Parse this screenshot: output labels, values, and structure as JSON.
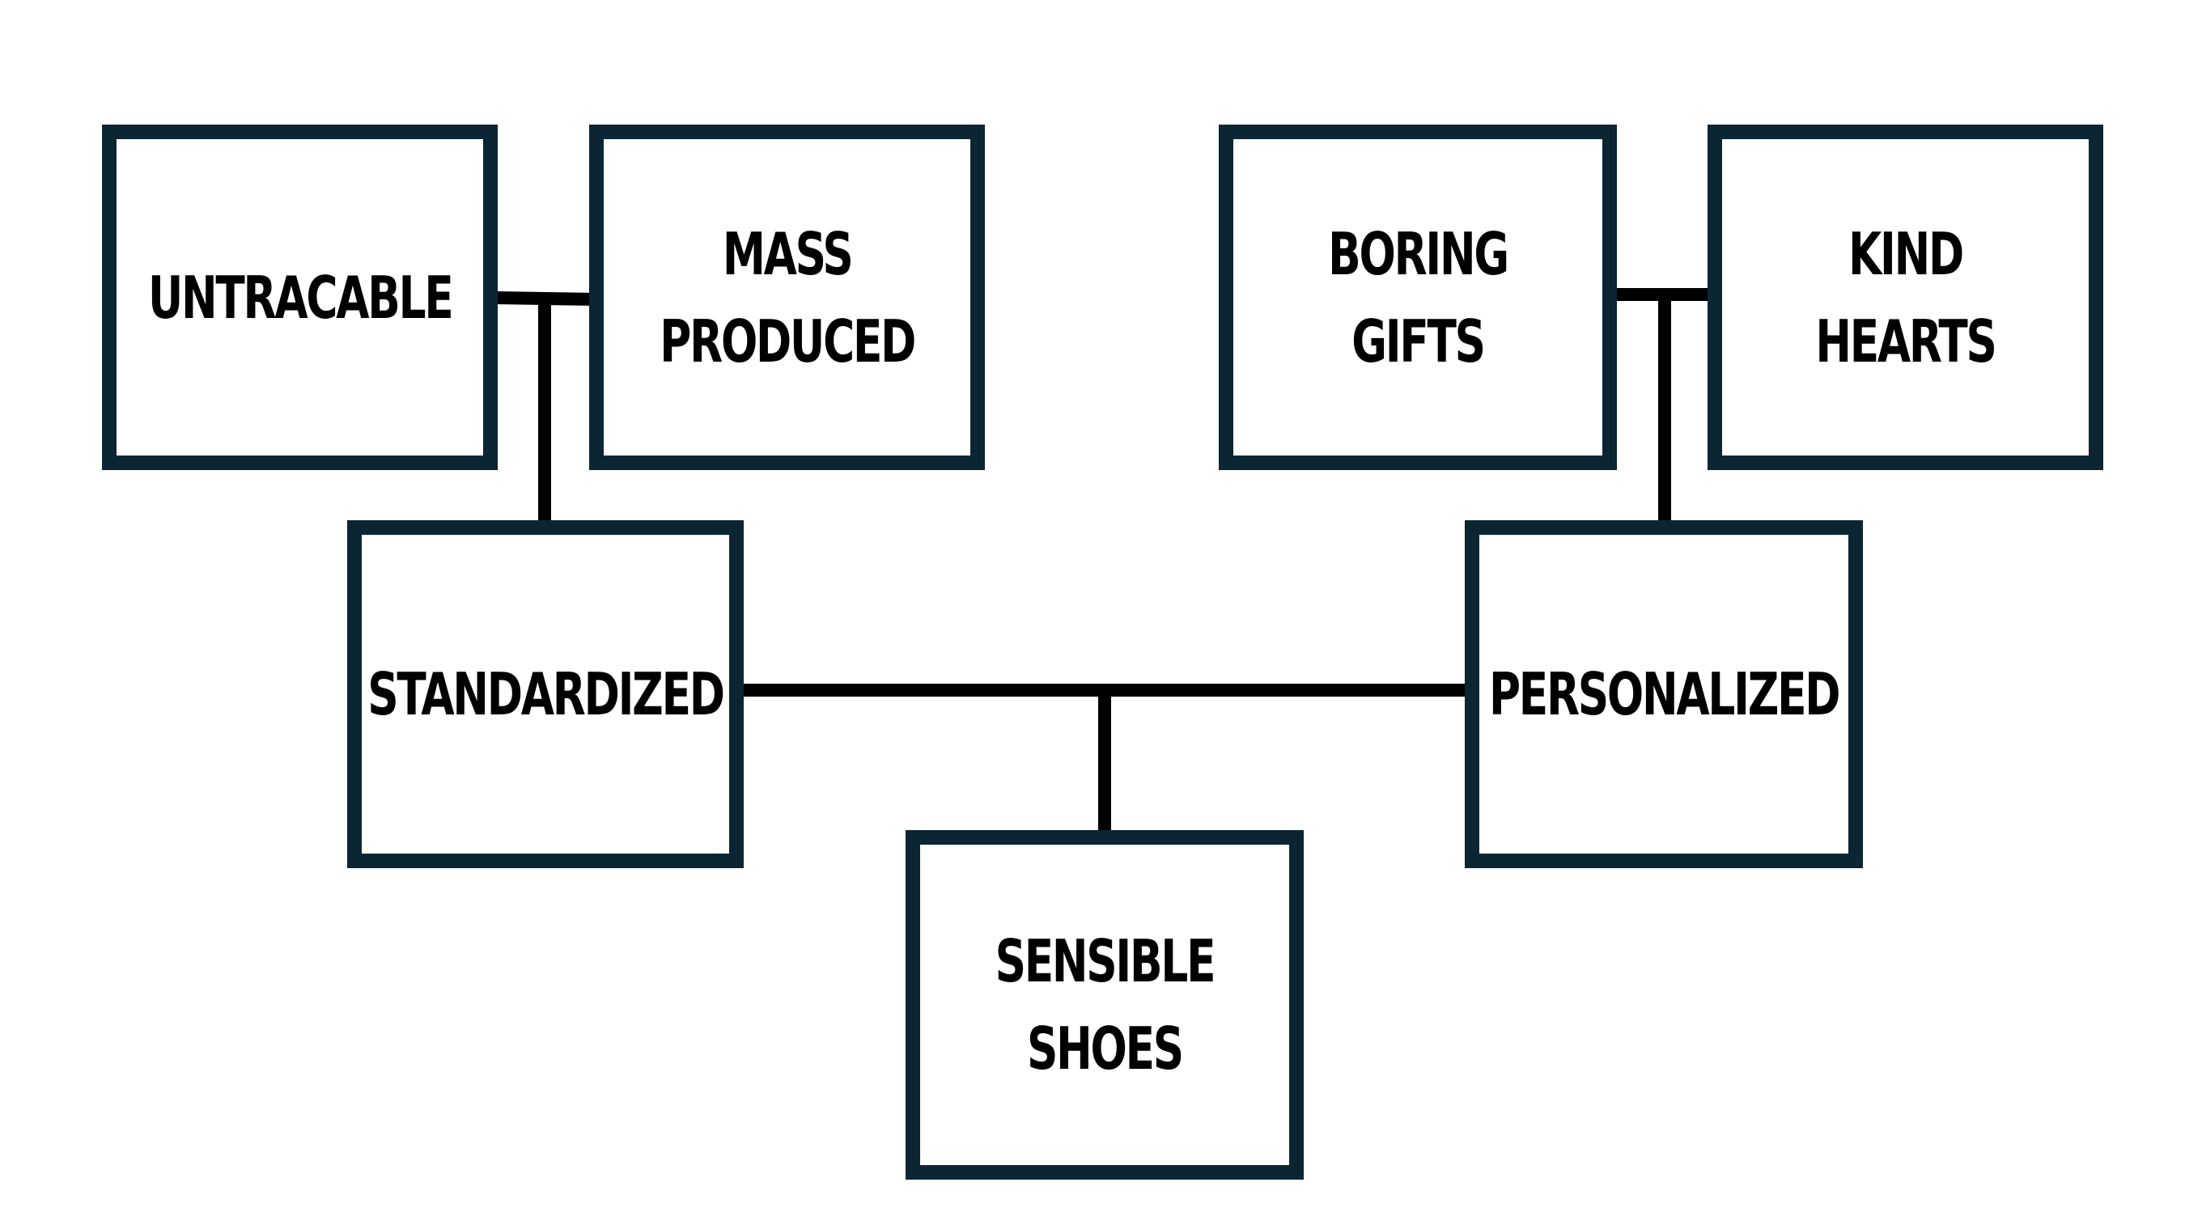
{
  "diagram": {
    "colors": {
      "box_border": "#0b2533",
      "connector": "#000000",
      "text": "#000000",
      "background": "#ffffff"
    },
    "nodes": [
      {
        "id": "untracable",
        "label": "UNTRACABLE"
      },
      {
        "id": "mass-produced",
        "label": "MASS\nPRODUCED"
      },
      {
        "id": "boring-gifts",
        "label": "BORING GIFTS"
      },
      {
        "id": "kind-hearts",
        "label": "KIND HEARTS"
      },
      {
        "id": "standardized",
        "label": "STANDARDIZED"
      },
      {
        "id": "personalized",
        "label": "PERSONALIZED"
      },
      {
        "id": "sensible-shoes",
        "label": "SENSIBLE\nSHOES"
      }
    ],
    "connections": [
      {
        "parent": "standardized",
        "children": [
          "untracable",
          "mass-produced"
        ]
      },
      {
        "parent": "personalized",
        "children": [
          "boring-gifts",
          "kind-hearts"
        ]
      },
      {
        "parent": "sensible-shoes",
        "children": [
          "standardized",
          "personalized"
        ]
      }
    ]
  }
}
